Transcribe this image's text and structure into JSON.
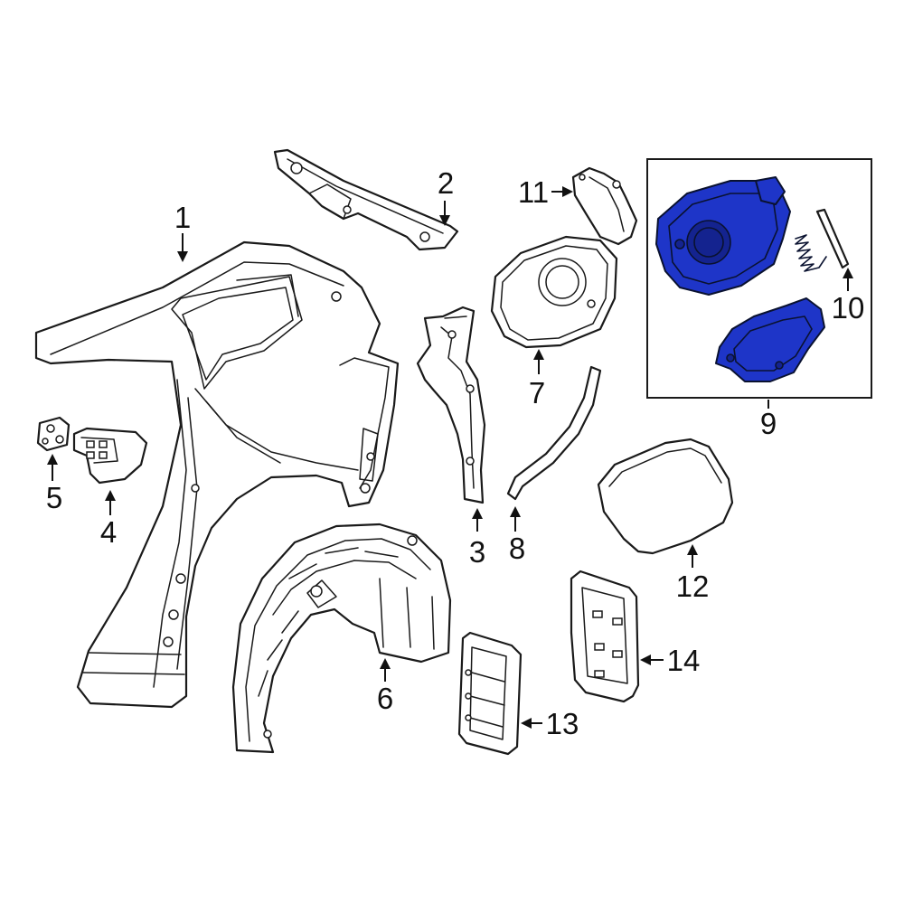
{
  "diagram": {
    "callouts": {
      "c1": "1",
      "c2": "2",
      "c3": "3",
      "c4": "4",
      "c5": "5",
      "c6": "6",
      "c7": "7",
      "c8": "8",
      "c9": "9",
      "c10": "10",
      "c11": "11",
      "c12": "12",
      "c13": "13",
      "c14": "14"
    },
    "colors": {
      "line": "#1a1a1a",
      "highlight": "#1e35c8",
      "highlight_dark": "#14238f",
      "background": "#ffffff"
    },
    "highlighted_group": "9"
  }
}
